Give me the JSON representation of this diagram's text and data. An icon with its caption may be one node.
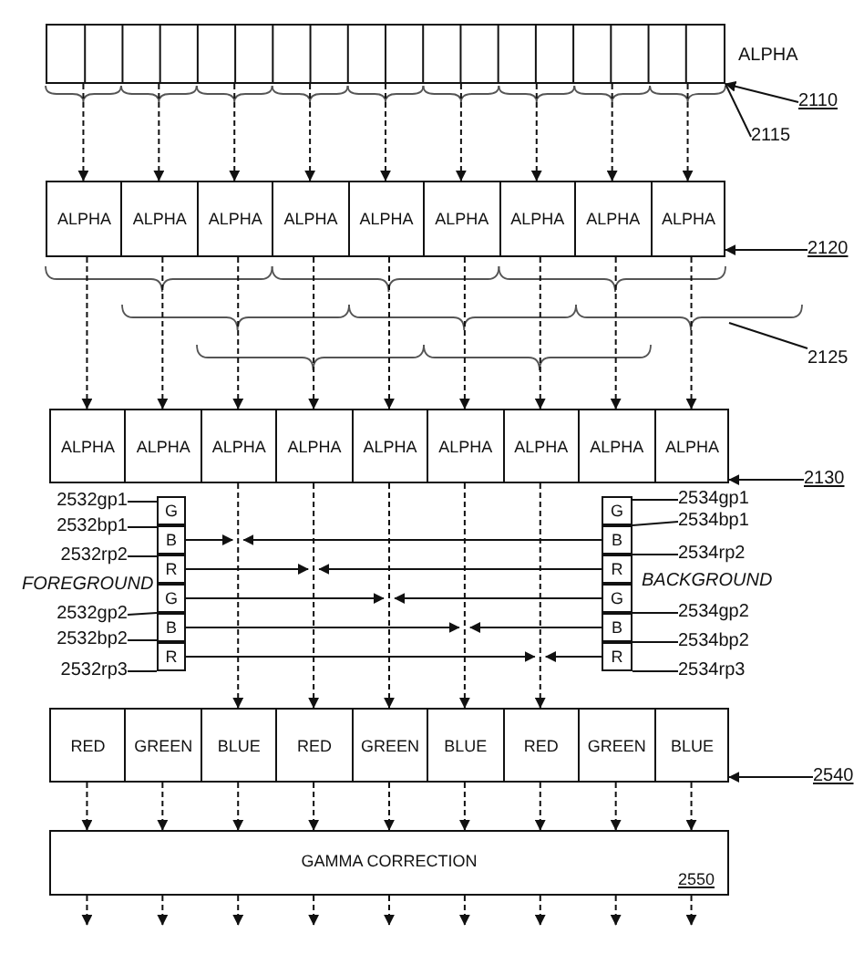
{
  "diagram": {
    "nodes": [
      {
        "text": [],
        "shape": "box",
        "beside": [
          "ALPHA"
        ]
      },
      {
        "text": [
          "2110"
        ]
      },
      {
        "text": [
          "2115"
        ]
      },
      {
        "text": [],
        "shape": "box"
      },
      {
        "text": [
          "ALPHA"
        ],
        "in": 3
      },
      {
        "text": [
          "ALPHA"
        ],
        "in": 3
      },
      {
        "text": [
          "ALPHA"
        ],
        "in": 3
      },
      {
        "text": [
          "ALPHA"
        ],
        "in": 3
      },
      {
        "text": [
          "ALPHA"
        ],
        "in": 3
      },
      {
        "text": [
          "ALPHA"
        ],
        "in": 3
      },
      {
        "text": [
          "ALPHA"
        ],
        "in": 3
      },
      {
        "text": [
          "ALPHA"
        ],
        "in": 3
      },
      {
        "text": [
          "ALPHA"
        ],
        "in": 3
      },
      {
        "text": [
          "2120"
        ]
      },
      {
        "text": [
          "2125"
        ]
      },
      {
        "text": [],
        "shape": "box"
      },
      {
        "text": [
          "ALPHA"
        ],
        "in": 15
      },
      {
        "text": [
          "ALPHA"
        ],
        "in": 15
      },
      {
        "text": [
          "ALPHA"
        ],
        "in": 15
      },
      {
        "text": [
          "ALPHA"
        ],
        "in": 15
      },
      {
        "text": [
          "ALPHA"
        ],
        "in": 15
      },
      {
        "text": [
          "ALPHA"
        ],
        "in": 15
      },
      {
        "text": [
          "ALPHA"
        ],
        "in": 15
      },
      {
        "text": [
          "ALPHA"
        ],
        "in": 15
      },
      {
        "text": [
          "ALPHA"
        ],
        "in": 15
      },
      {
        "text": [
          "2130"
        ]
      },
      {
        "text": [
          "G"
        ]
      },
      {
        "text": [
          "B"
        ]
      },
      {
        "text": [
          "R"
        ]
      },
      {
        "text": [
          "G"
        ]
      },
      {
        "text": [
          "B"
        ]
      },
      {
        "text": [
          "R"
        ]
      },
      {
        "text": [
          "G"
        ]
      },
      {
        "text": [
          "B"
        ]
      },
      {
        "text": [
          "R"
        ]
      },
      {
        "text": [
          "G"
        ]
      },
      {
        "text": [
          "B"
        ]
      },
      {
        "text": [
          "R"
        ]
      },
      {
        "text": [
          "2532gp1"
        ]
      },
      {
        "text": [
          "2532bp1"
        ]
      },
      {
        "text": [
          "2532rp2"
        ]
      },
      {
        "text": [
          "2532gp2"
        ]
      },
      {
        "text": [
          "2532bp2"
        ]
      },
      {
        "text": [
          "2532rp3"
        ]
      },
      {
        "text": [
          "2534gp1"
        ]
      },
      {
        "text": [
          "2534bp1"
        ]
      },
      {
        "text": [
          "2534rp2"
        ]
      },
      {
        "text": [
          "2534gp2"
        ]
      },
      {
        "text": [
          "2534bp2"
        ]
      },
      {
        "text": [
          "2534rp3"
        ]
      },
      {
        "text": [],
        "shape": "box"
      },
      {
        "text": [
          "RED"
        ],
        "in": 50
      },
      {
        "text": [
          "GREEN"
        ],
        "in": 50
      },
      {
        "text": [
          "BLUE"
        ],
        "in": 50
      },
      {
        "text": [
          "RED"
        ],
        "in": 50
      },
      {
        "text": [
          "GREEN"
        ],
        "in": 50
      },
      {
        "text": [
          "BLUE"
        ],
        "in": 50
      },
      {
        "text": [
          "RED"
        ],
        "in": 50
      },
      {
        "text": [
          "GREEN"
        ],
        "in": 50
      },
      {
        "text": [
          "BLUE"
        ],
        "in": 50
      },
      {
        "text": [
          "2540"
        ]
      },
      {
        "text": [
          "GAMMA CORRECTION",
          "2550"
        ]
      }
    ],
    "edges": [
      {
        "from": 1,
        "to": 0,
        "arrow": "to"
      },
      {
        "from": 2,
        "to": 0,
        "arrow": "none"
      },
      {
        "from": 0,
        "to": 4,
        "arrow": "to",
        "style": "dashed"
      },
      {
        "from": 0,
        "to": 5,
        "arrow": "to",
        "style": "dashed"
      },
      {
        "from": 0,
        "to": 6,
        "arrow": "to",
        "style": "dashed"
      },
      {
        "from": 0,
        "to": 7,
        "arrow": "to",
        "style": "dashed"
      },
      {
        "from": 0,
        "to": 8,
        "arrow": "to",
        "style": "dashed"
      },
      {
        "from": 0,
        "to": 9,
        "arrow": "to",
        "style": "dashed"
      },
      {
        "from": 0,
        "to": 10,
        "arrow": "to",
        "style": "dashed"
      },
      {
        "from": 0,
        "to": 11,
        "arrow": "to",
        "style": "dashed"
      },
      {
        "from": 0,
        "to": 12,
        "arrow": "to",
        "style": "dashed"
      },
      {
        "from": 13,
        "to": 3,
        "arrow": "to"
      },
      {
        "from": 14,
        "to": null,
        "arrow": "none"
      },
      {
        "from": 3,
        "to": 16,
        "arrow": "to",
        "style": "dashed"
      },
      {
        "from": 3,
        "to": 17,
        "arrow": "to",
        "style": "dashed"
      },
      {
        "from": 3,
        "to": 18,
        "arrow": "to",
        "style": "dashed"
      },
      {
        "from": 3,
        "to": 19,
        "arrow": "to",
        "style": "dashed"
      },
      {
        "from": 3,
        "to": 20,
        "arrow": "to",
        "style": "dashed"
      },
      {
        "from": 3,
        "to": 21,
        "arrow": "to",
        "style": "dashed"
      },
      {
        "from": 3,
        "to": 22,
        "arrow": "to",
        "style": "dashed"
      },
      {
        "from": 3,
        "to": 23,
        "arrow": "to",
        "style": "dashed"
      },
      {
        "from": 3,
        "to": 24,
        "arrow": "to",
        "style": "dashed"
      },
      {
        "from": 25,
        "to": 15,
        "arrow": "to"
      },
      {
        "from": 38,
        "to": 26,
        "arrow": "none"
      },
      {
        "from": 39,
        "to": 27,
        "arrow": "none"
      },
      {
        "from": 40,
        "to": 28,
        "arrow": "none"
      },
      {
        "from": 41,
        "to": 29,
        "arrow": "none"
      },
      {
        "from": 42,
        "to": 30,
        "arrow": "none"
      },
      {
        "from": 43,
        "to": 31,
        "arrow": "none"
      },
      {
        "from": 44,
        "to": 32,
        "arrow": "none"
      },
      {
        "from": 45,
        "to": 33,
        "arrow": "none"
      },
      {
        "from": 46,
        "to": 34,
        "arrow": "none"
      },
      {
        "from": 47,
        "to": 35,
        "arrow": "none"
      },
      {
        "from": 48,
        "to": 36,
        "arrow": "none"
      },
      {
        "from": 49,
        "to": 37,
        "arrow": "none"
      },
      {
        "from": 27,
        "to": null,
        "arrow": "to"
      },
      {
        "from": 28,
        "to": null,
        "arrow": "to"
      },
      {
        "from": 29,
        "to": null,
        "arrow": "to"
      },
      {
        "from": 30,
        "to": null,
        "arrow": "to"
      },
      {
        "from": 31,
        "to": null,
        "arrow": "to"
      },
      {
        "from": 33,
        "to": null,
        "arrow": "to"
      },
      {
        "from": 34,
        "to": null,
        "arrow": "to"
      },
      {
        "from": 35,
        "to": null,
        "arrow": "to"
      },
      {
        "from": 36,
        "to": null,
        "arrow": "to"
      },
      {
        "from": 37,
        "to": null,
        "arrow": "to"
      },
      {
        "from": 18,
        "to": 53,
        "arrow": "to",
        "style": "dashed"
      },
      {
        "from": 19,
        "to": 54,
        "arrow": "to",
        "style": "dashed"
      },
      {
        "from": 20,
        "to": 55,
        "arrow": "to",
        "style": "dashed"
      },
      {
        "from": 21,
        "to": 56,
        "arrow": "to",
        "style": "dashed"
      },
      {
        "from": 22,
        "to": 57,
        "arrow": "to",
        "style": "dashed"
      },
      {
        "from": 60,
        "to": 50,
        "arrow": "to"
      },
      {
        "from": 51,
        "to": 61,
        "arrow": "to",
        "style": "dashed"
      },
      {
        "from": 52,
        "to": 61,
        "arrow": "to",
        "style": "dashed"
      },
      {
        "from": 53,
        "to": 61,
        "arrow": "to",
        "style": "dashed"
      },
      {
        "from": 54,
        "to": 61,
        "arrow": "to",
        "style": "dashed"
      },
      {
        "from": 55,
        "to": 61,
        "arrow": "to",
        "style": "dashed"
      },
      {
        "from": 56,
        "to": 61,
        "arrow": "to",
        "style": "dashed"
      },
      {
        "from": 57,
        "to": 61,
        "arrow": "to",
        "style": "dashed"
      },
      {
        "from": 58,
        "to": 61,
        "arrow": "to",
        "style": "dashed"
      },
      {
        "from": 59,
        "to": 61,
        "arrow": "to",
        "style": "dashed"
      },
      {
        "from": 61,
        "to": null,
        "arrow": "to",
        "style": "dashed"
      },
      {
        "from": 61,
        "to": null,
        "arrow": "to",
        "style": "dashed"
      },
      {
        "from": 61,
        "to": null,
        "arrow": "to",
        "style": "dashed"
      },
      {
        "from": 61,
        "to": null,
        "arrow": "to",
        "style": "dashed"
      },
      {
        "from": 61,
        "to": null,
        "arrow": "to",
        "style": "dashed"
      },
      {
        "from": 61,
        "to": null,
        "arrow": "to",
        "style": "dashed"
      },
      {
        "from": 61,
        "to": null,
        "arrow": "to",
        "style": "dashed"
      },
      {
        "from": 61,
        "to": null,
        "arrow": "to",
        "style": "dashed"
      },
      {
        "from": 61,
        "to": null,
        "arrow": "to",
        "style": "dashed"
      }
    ],
    "labels": [
      "FOREGROUND",
      "BACKGROUND"
    ]
  }
}
